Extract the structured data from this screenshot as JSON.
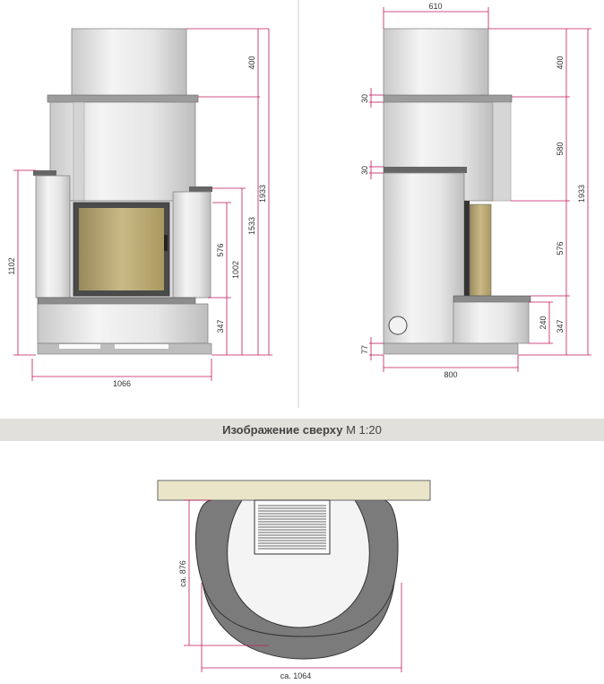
{
  "banner": {
    "title_bold": "Изображение сверху",
    "title_scale": "M 1:20"
  },
  "front": {
    "w_total": "1066",
    "h_side": "1102",
    "h_top_seg": "400",
    "h_total": "1933",
    "h_mid": "1533",
    "h_1002": "1002",
    "h_576": "576",
    "h_347": "347"
  },
  "side": {
    "w_top": "610",
    "w_base": "800",
    "h_400": "400",
    "h_30a": "30",
    "h_580": "580",
    "h_30b": "30",
    "h_576": "576",
    "h_240": "240",
    "h_347": "347",
    "h_77": "77",
    "h_total": "1933"
  },
  "top": {
    "width": "ca. 1064",
    "depth": "ca. 876"
  },
  "colors": {
    "dimension": "#c2185b",
    "body": "#e8e8e8",
    "dark_stone": "#7a7a7a",
    "floor": "#eae5c9",
    "glass": "#b8a878"
  }
}
